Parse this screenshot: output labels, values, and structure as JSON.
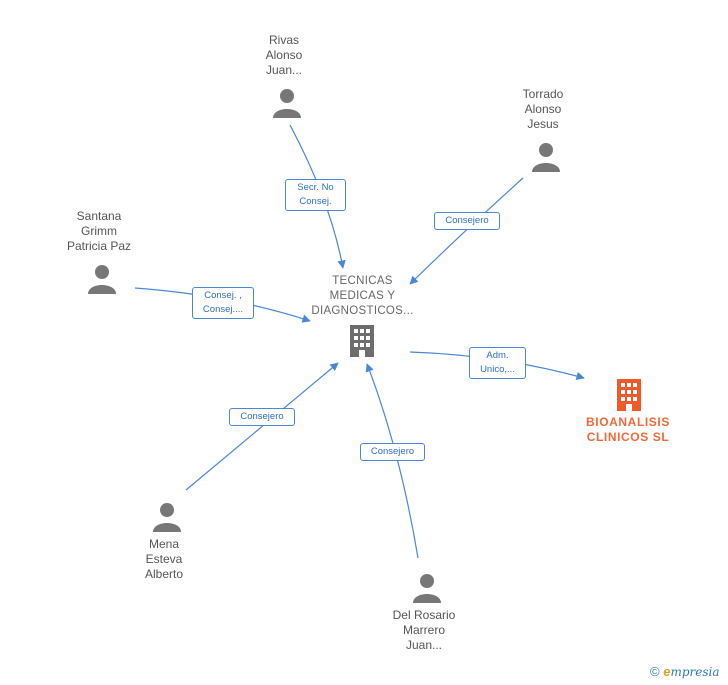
{
  "center": {
    "label": "TECNICAS\nMEDICAS Y\nDIAGNOSTICOS..."
  },
  "persons": [
    {
      "id": "rivas",
      "label": "Rivas\nAlonso\nJuan..."
    },
    {
      "id": "torrado",
      "label": "Torrado\nAlonso\nJesus"
    },
    {
      "id": "santana",
      "label": "Santana\nGrimm\nPatricia Paz"
    },
    {
      "id": "mena",
      "label": "Mena\nEsteva\nAlberto"
    },
    {
      "id": "delrosario",
      "label": "Del Rosario\nMarrero\nJuan..."
    }
  ],
  "company": {
    "label": "BIOANALISIS\nCLINICOS SL"
  },
  "relations": {
    "rivas": "Secr.  No\nConsej.",
    "torrado": "Consejero",
    "santana": "Consej. ,\nConsej....",
    "mena": "Consejero",
    "delrosario": "Consejero",
    "company": "Adm.\nUnico,..."
  },
  "footer": {
    "copyright": "©",
    "brand_e": "e",
    "brand_rest": "mpresia"
  },
  "colors": {
    "edge": "#4a87d6",
    "person": "#777777",
    "building_main": "#6d6d6d",
    "building_highlight": "#f05a28"
  }
}
